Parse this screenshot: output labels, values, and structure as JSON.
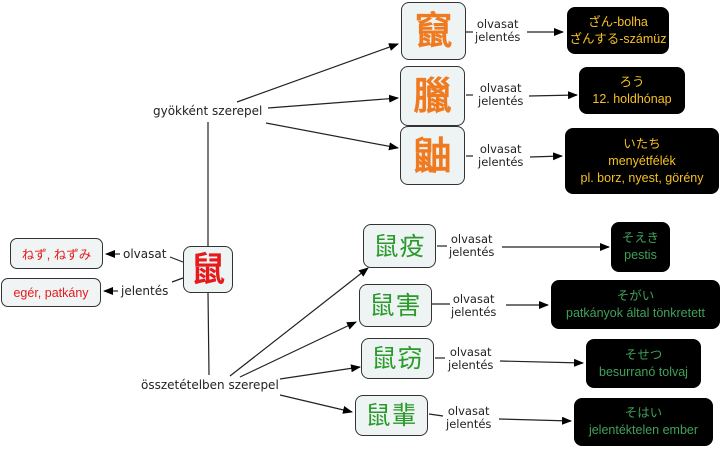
{
  "center": {
    "kanji": "鼠",
    "reading_link": "olvasat",
    "meaning_link": "jelentés"
  },
  "left": {
    "reading": "ねず, ねずみ",
    "meaning": "egér, patkány"
  },
  "groups": {
    "radical": "gyökként szerepel",
    "compound": "összetételben szerepel"
  },
  "link_label": {
    "reading": "olvasat",
    "meaning": "jelentés"
  },
  "radical_items": [
    {
      "kanji": "竄",
      "lines": [
        "ざん-bolha",
        "ざんする-számüz"
      ]
    },
    {
      "kanji": "臘",
      "lines": [
        "ろう",
        "12. holdhónap"
      ]
    },
    {
      "kanji": "鼬",
      "lines": [
        "いたち",
        "menyétfélék",
        "pl. borz, nyest, görény"
      ]
    }
  ],
  "compound_items": [
    {
      "kanji": "鼠疫",
      "lines": [
        "そえき",
        "pestis"
      ]
    },
    {
      "kanji": "鼠害",
      "lines": [
        "そがい",
        "patkányok által tönkretett"
      ]
    },
    {
      "kanji": "鼠窃",
      "lines": [
        "そせつ",
        "besurranó tolvaj"
      ]
    },
    {
      "kanji": "鼠輩",
      "lines": [
        "そはい",
        "jelentéktelen ember"
      ]
    }
  ],
  "colors": {
    "radical_kanji": "#f07a1f",
    "center_kanji": "#e61a1a",
    "compound_kanji": "#2a9a2a",
    "radical_text": "#f5c020",
    "compound_text": "#3fa15a"
  }
}
